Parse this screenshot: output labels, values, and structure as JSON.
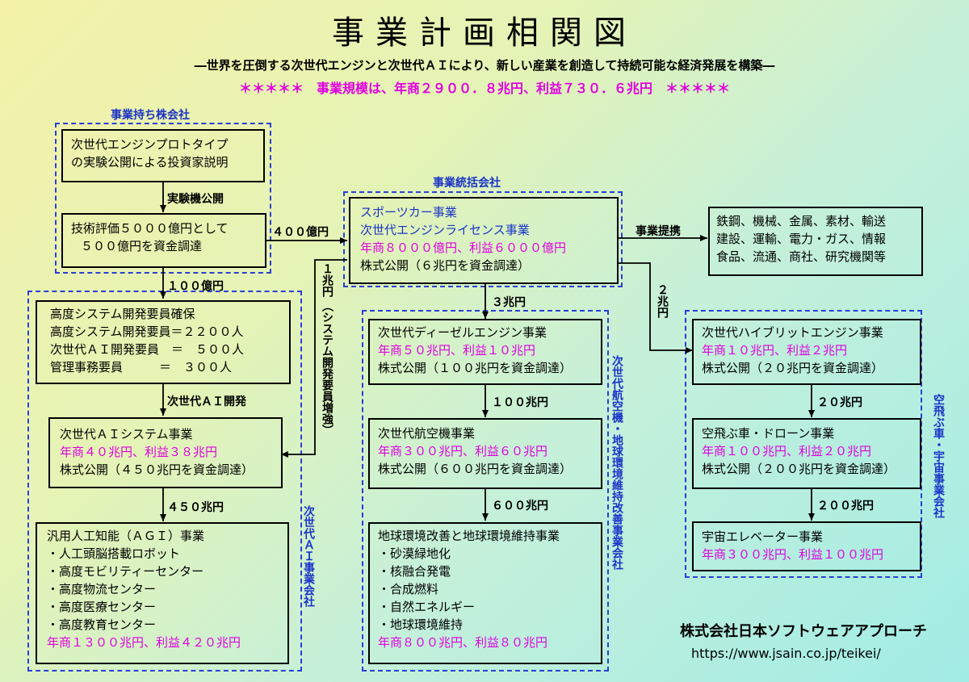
{
  "title": "事業計画相関図",
  "subtitle": "―世界を圧倒する次世代エンジンと次世代ＡＩにより、新しい産業を創造して持続可能な経済発展を構築―",
  "scale": "＊＊＊＊＊　事業規模は、年商２９００．８兆円、利益７３０．６兆円　＊＊＊＊＊",
  "groups": {
    "holding": "事業持ち株会社",
    "umbrella": "事業統括会社",
    "ai": "次世代ＡＩ事業会社",
    "aero": "次世代航空機・地球環境維持改善事業会社",
    "space": "空飛ぶ車・宇宙事業会社"
  },
  "boxes": {
    "prototype": [
      "次世代エンジンプロトタイプ",
      "の実験公開による投資家説明"
    ],
    "evaluation": [
      "技術評価５０００億円として",
      "５００億円を資金調達"
    ],
    "sports": {
      "l1": "スポーツカー事業",
      "l2": "次世代エンジンライセンス事業",
      "l3": "年商８０００億円、利益６０００億円",
      "l4": "株式公開（６兆円を資金調達）"
    },
    "partners": [
      "鉄鋼、機械、金属、素材、輸送",
      "建設、運輸、電力・ガス、情報",
      "食品、流通、商社、研究機関等"
    ],
    "staff": [
      "高度システム開発要員確保",
      "高度システム開発要員＝２２００人",
      "次世代ＡＩ開発要員　＝　５００人",
      "管理事務要員　　　＝　３００人"
    ],
    "ai_system": {
      "l1": "次世代ＡＩシステム事業",
      "l2": "年商４０兆円、利益３８兆円",
      "l3": "株式公開（４５０兆円を資金調達）"
    },
    "agi": {
      "l1": "汎用人工知能（ＡＧＩ）事業",
      "items": [
        "・人工頭脳搭載ロボット",
        "・高度モビリティーセンター",
        "・高度物流センター",
        "・高度医療センター",
        "・高度教育センター"
      ],
      "l_last": "年商１３００兆円、利益４２０兆円"
    },
    "diesel": {
      "l1": "次世代ディーゼルエンジン事業",
      "l2": "年商５０兆円、利益１０兆円",
      "l3": "株式公開（１００兆円を資金調達）"
    },
    "aircraft": {
      "l1": "次世代航空機事業",
      "l2": "年商３００兆円、利益６０兆円",
      "l3": "株式公開（６００兆円を資金調達）"
    },
    "env": {
      "l1": "地球環境改善と地球環境維持事業",
      "items": [
        "・砂漠緑地化",
        "・核融合発電",
        "・合成燃料",
        "・自然エネルギー",
        "・地球環境維持"
      ],
      "l_last": "年商８００兆円、利益８０兆円"
    },
    "hybrid": {
      "l1": "次世代ハイブリットエンジン事業",
      "l2": "年商１０兆円、利益２兆円",
      "l3": "株式公開（２０兆円を資金調達）"
    },
    "drone": {
      "l1": "空飛ぶ車・ドローン事業",
      "l2": "年商１００兆円、利益２０兆円",
      "l3": "株式公開（２００兆円を資金調達）"
    },
    "elevator": {
      "l1": "宇宙エレベーター事業",
      "l2": "年商３００兆円、利益１００兆円"
    }
  },
  "edges": {
    "e_demo": "実験機公開",
    "e_400": "４００億円",
    "e_100oku": "１００億円",
    "e_1cho": "１兆円",
    "e_1cho_note": "（システム開発要員増強）",
    "e_ai_dev": "次世代ＡＩ開発",
    "e_450": "４５０兆円",
    "e_partner": "事業提携",
    "e_3cho": "３兆円",
    "e_2cho": "２兆円",
    "e_100cho": "１００兆円",
    "e_600cho": "６００兆円",
    "e_20cho": "２０兆円",
    "e_200cho": "２００兆円"
  },
  "footer": {
    "company": "株式会社日本ソフトウェアアプローチ",
    "url": "https://www.jsain.co.jp/teikei/"
  }
}
